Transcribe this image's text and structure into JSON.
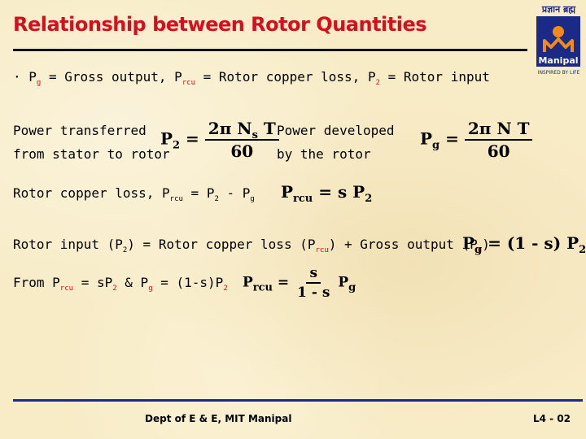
{
  "title": "Relationship between Rotor Quantities",
  "logo": {
    "hindi_text": "प्रज्ञान ब्रह्म",
    "brand": "Manipal",
    "tagline": "INSPIRED BY LIFE",
    "brand_color": "#1b2a86",
    "accent_color": "#d4101c"
  },
  "definitions": {
    "bullet": "·",
    "pg": "P",
    "pg_sub": "g",
    "pg_text": " = Gross output, ",
    "prcu": "P",
    "prcu_sub": "rcu",
    "prcu_text": " = Rotor copper loss, ",
    "p2": "P",
    "p2_sub": "2",
    "p2_text": " = Rotor input"
  },
  "power_transferred": {
    "line1": "Power  transferred",
    "line2": "from stator to rotor",
    "lhs": "P",
    "lhs_sub": "2",
    "eq": " = ",
    "num": "2π N",
    "num_sub": "s",
    "num_rest": " T",
    "den": "60"
  },
  "power_developed": {
    "line1": "Power  developed",
    "line2": "by the rotor",
    "lhs": "P",
    "lhs_sub": "g",
    "eq": " = ",
    "num": "2π N T",
    "den": "60"
  },
  "copper_loss": {
    "text_a": "Rotor copper loss, P",
    "sub_a": "rcu",
    "text_b": " = P",
    "sub_b": "2",
    "text_c": " - P",
    "sub_c": "g",
    "eq_lhs": "P",
    "eq_lhs_sub": "rcu",
    "eq_rest": " = s P",
    "eq_rest_sub": "2"
  },
  "rotor_input": {
    "text_a": "Rotor input (P",
    "sub_a": "2",
    "text_b": ") = Rotor copper loss (P",
    "sub_b": "rcu",
    "text_c": ") + Gross output (P",
    "sub_c": "g",
    "text_d": ")",
    "eq_lhs": "P",
    "eq_lhs_sub": "g",
    "eq_rest": " = (1 - s) P",
    "eq_rest_sub": "2"
  },
  "from_line": {
    "text_a": "From P",
    "sub_a": "rcu",
    "text_b": " = sP",
    "sub_b": "2",
    "text_c": " & P",
    "sub_c": "g",
    "text_d": " = (1-s)P",
    "sub_d": "2",
    "eq_lhs": "P",
    "eq_lhs_sub": "rcu",
    "eq": " = ",
    "num": "s",
    "den": "1 - s",
    "rhs": " P",
    "rhs_sub": "g"
  },
  "footer": {
    "dept": "Dept of E & E, MIT Manipal",
    "page": "L4 - 02"
  }
}
